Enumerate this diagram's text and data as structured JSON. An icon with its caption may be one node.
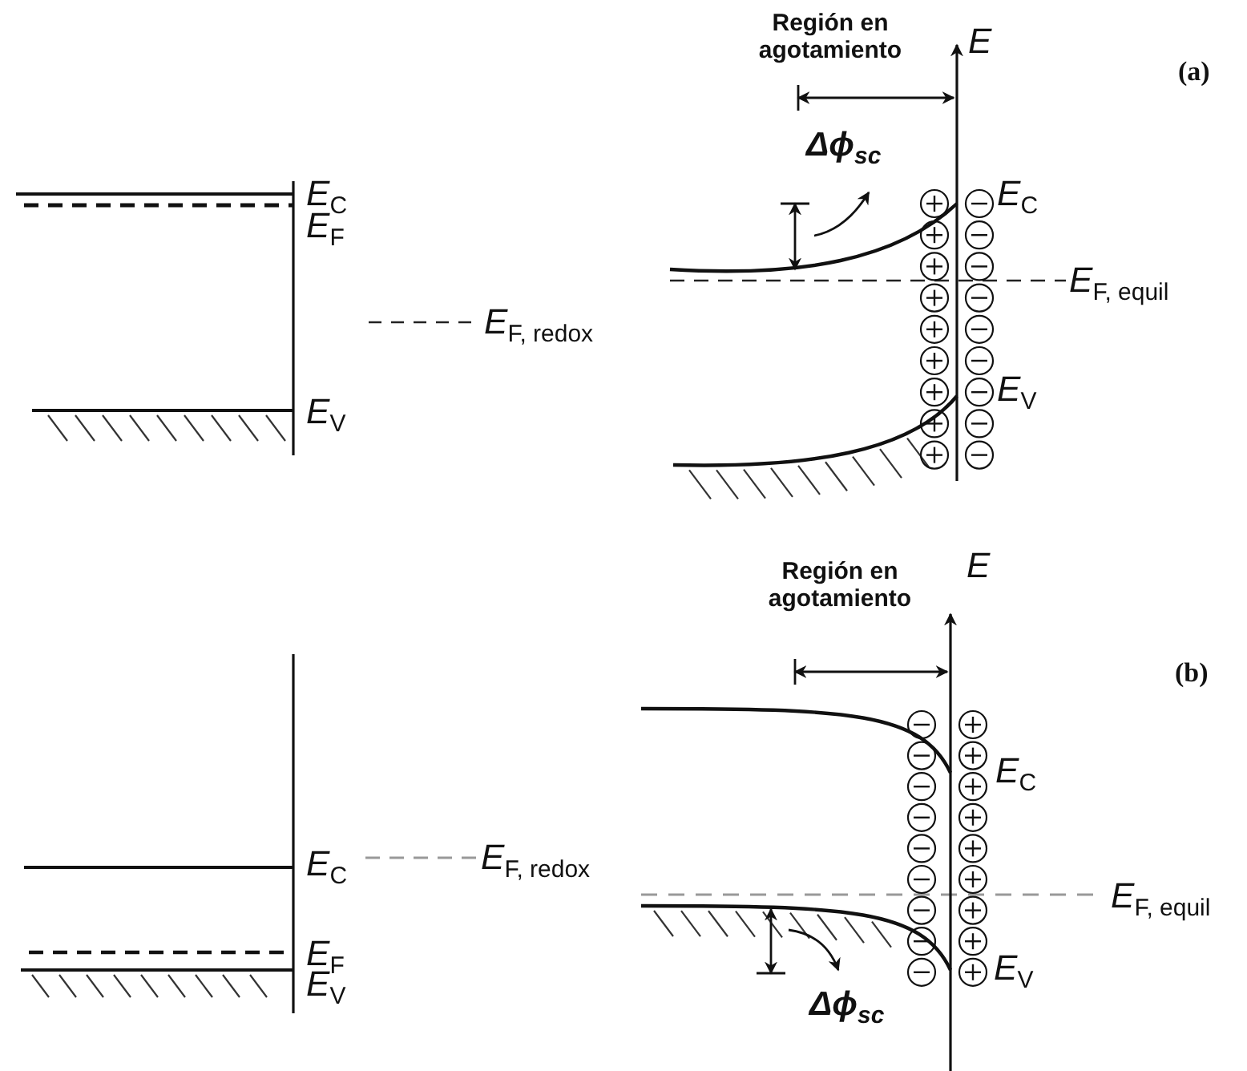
{
  "diagram": {
    "labels": [
      "Región en agotamiento",
      "*E*",
      "(a)",
      "*E*$_{C}$",
      "*E*$_{F}$",
      "Δϕ$_{sc}$",
      "*E*$_{C}$",
      "*E*$_{F, redox}$",
      "*E*$_{F, equil}$",
      "*E*$_{V}$",
      "*E*$_{V}$",
      "Región en agotamiento",
      "*E*",
      "(b)",
      "*E*$_{C}$",
      "*E*$_{C}$",
      "*E*$_{F, redox}$",
      "*E*$_{F, equil}$",
      "*E*$_{F}$",
      "*E*$_{V}$",
      "*E*$_{V}$",
      "Δϕ$_{sc}$"
    ]
  }
}
